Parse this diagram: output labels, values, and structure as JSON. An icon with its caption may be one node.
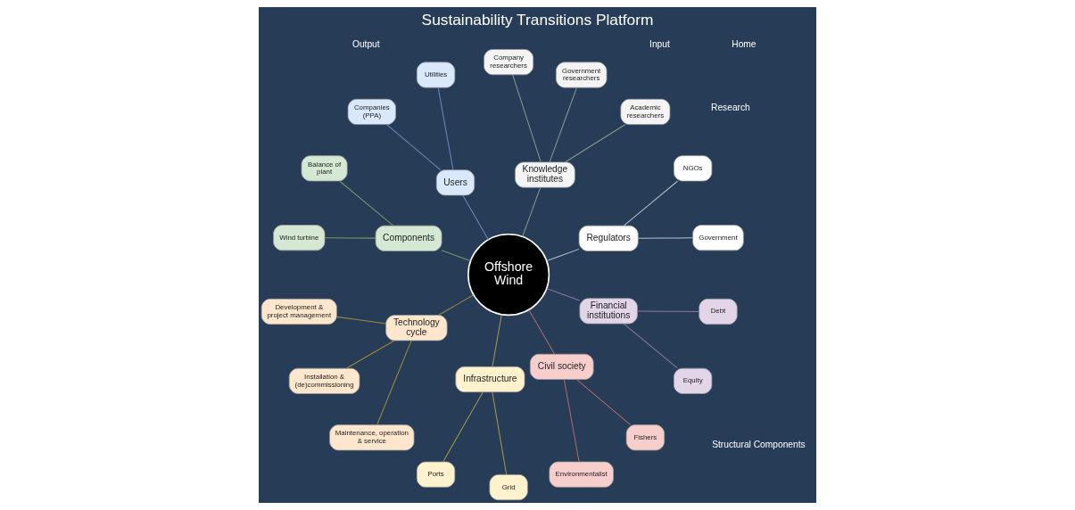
{
  "diagram": {
    "title": "Sustainability Transitions Platform",
    "nodes": [
      {
        "text": [
          "Offshore Wind"
        ]
      },
      {
        "text": [
          "Regulators"
        ]
      },
      {
        "text": [
          "Government"
        ]
      },
      {
        "text": [
          "NGOs"
        ]
      },
      {
        "text": [
          "Knowledge institutes"
        ]
      },
      {
        "text": [
          "Academic researchers"
        ]
      },
      {
        "text": [
          "Government researchers"
        ]
      },
      {
        "text": [
          "Company researchers"
        ]
      },
      {
        "text": [
          "Users"
        ]
      },
      {
        "text": [
          "Utilities"
        ]
      },
      {
        "text": [
          "Companies (PPA)"
        ]
      },
      {
        "text": [
          "Components"
        ]
      },
      {
        "text": [
          "Balance of plant"
        ]
      },
      {
        "text": [
          "Wind turbine"
        ]
      },
      {
        "text": [
          "Technology cycle"
        ]
      },
      {
        "text": [
          "Development & project management"
        ]
      },
      {
        "text": [
          "Installation & (de)commissioning"
        ]
      },
      {
        "text": [
          "Maintenance, operation & service"
        ]
      },
      {
        "text": [
          "Infrastructure"
        ]
      },
      {
        "text": [
          "Ports"
        ]
      },
      {
        "text": [
          "Grid"
        ]
      },
      {
        "text": [
          "Civil society"
        ]
      },
      {
        "text": [
          "Environmentalist"
        ]
      },
      {
        "text": [
          "Fishers"
        ]
      },
      {
        "text": [
          "Financial institutions"
        ]
      },
      {
        "text": [
          "Equity"
        ]
      },
      {
        "text": [
          "Debt"
        ]
      }
    ],
    "edges": [
      {
        "from": 0,
        "to": 1,
        "arrow": "none",
        "color": "#b8c4cc"
      },
      {
        "from": 1,
        "to": 2,
        "arrow": "none",
        "color": "#b8c4cc"
      },
      {
        "from": 1,
        "to": 3,
        "arrow": "none",
        "color": "#b8c4cc"
      },
      {
        "from": 0,
        "to": 4,
        "arrow": "none",
        "color": "#8a9a8a"
      },
      {
        "from": 4,
        "to": 5,
        "arrow": "none",
        "color": "#8a9a8a"
      },
      {
        "from": 4,
        "to": 6,
        "arrow": "none",
        "color": "#8a9a8a"
      },
      {
        "from": 4,
        "to": 7,
        "arrow": "none",
        "color": "#8a9a8a"
      },
      {
        "from": 0,
        "to": 8,
        "arrow": "none",
        "color": "#6a8ab8"
      },
      {
        "from": 8,
        "to": 9,
        "arrow": "none",
        "color": "#6a8ab8"
      },
      {
        "from": 8,
        "to": 10,
        "arrow": "none",
        "color": "#6a8ab8"
      },
      {
        "from": 0,
        "to": 11,
        "arrow": "none",
        "color": "#7a9a6a"
      },
      {
        "from": 11,
        "to": 12,
        "arrow": "none",
        "color": "#7a9a6a"
      },
      {
        "from": 11,
        "to": 13,
        "arrow": "none",
        "color": "#7a9a6a"
      },
      {
        "from": 0,
        "to": 14,
        "arrow": "none",
        "color": "#a08a3a"
      },
      {
        "from": 14,
        "to": 15,
        "arrow": "none",
        "color": "#a08a3a"
      },
      {
        "from": 14,
        "to": 16,
        "arrow": "none",
        "color": "#a08a3a"
      },
      {
        "from": 14,
        "to": 17,
        "arrow": "none",
        "color": "#a08a3a"
      },
      {
        "from": 0,
        "to": 18,
        "arrow": "none",
        "color": "#a09a4a"
      },
      {
        "from": 18,
        "to": 19,
        "arrow": "none",
        "color": "#a09a4a"
      },
      {
        "from": 18,
        "to": 20,
        "arrow": "none",
        "color": "#a09a4a"
      },
      {
        "from": 0,
        "to": 21,
        "arrow": "none",
        "color": "#b06a6a"
      },
      {
        "from": 21,
        "to": 22,
        "arrow": "none",
        "color": "#b06a6a"
      },
      {
        "from": 21,
        "to": 23,
        "arrow": "none",
        "color": "#b06a6a"
      },
      {
        "from": 0,
        "to": 24,
        "arrow": "none",
        "color": "#8a7aa0"
      },
      {
        "from": 24,
        "to": 25,
        "arrow": "none",
        "color": "#8a7aa0"
      },
      {
        "from": 24,
        "to": 26,
        "arrow": "none",
        "color": "#8a7aa0"
      }
    ],
    "labels": [
      "Home",
      "Input",
      "Output",
      "Structural Components",
      "Research"
    ]
  }
}
